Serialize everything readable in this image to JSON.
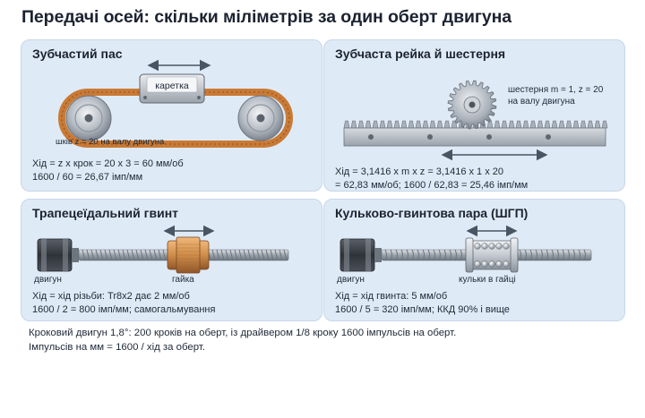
{
  "title": "Передачі осей: скільки міліметрів за один оберт двигуна",
  "panels": {
    "belt": {
      "title": "Зубчастий пас",
      "carriage_label": "каретка",
      "pulley_label": "шків z = 20 на валу двигуна",
      "formula_line1": "Хід = z x крок = 20 x 3 = 60 мм/об",
      "formula_line2": "1600 / 60 = 26,67 імп/мм"
    },
    "rack": {
      "title": "Зубчаста рейка й шестерня",
      "gear_label_line1": "шестерня m = 1, z = 20",
      "gear_label_line2": "на валу двигуна",
      "formula_line1": "Хід = 3,1416 x m x z = 3,1416 x 1 x 20",
      "formula_line2": "= 62,83 мм/об; 1600 / 62,83 = 25,46 імп/мм"
    },
    "trapezoidal": {
      "title": "Трапецеїдальний гвинт",
      "motor_label": "двигун",
      "nut_label": "гайка",
      "formula_line1": "Хід = хід різьби: Tr8x2 дає 2 мм/об",
      "formula_line2": "1600 / 2 = 800 імп/мм; самогальмування"
    },
    "ballscrew": {
      "title": "Кульково-гвинтова пара (ШГП)",
      "motor_label": "двигун",
      "nut_label": "кульки в гайці",
      "formula_line1": "Хід = хід гвинта: 5 мм/об",
      "formula_line2": "1600 / 5 = 320 імп/мм; ККД 90% і вище"
    }
  },
  "footnote": {
    "line1": "Кроковий двигун 1,8°: 200 кроків на оберт, із драйвером 1/8 кроку 1600 імпульсів на оберт.",
    "line2": "Імпульсів на мм = 1600 / хід за оберт."
  },
  "colors": {
    "panel_bg": "#dfeaf7",
    "belt": "#c97a35",
    "metal": "#b8bec6",
    "motor_dark": "#33383f",
    "brass": "#cf8d4a",
    "arrow": "#4a5563"
  }
}
